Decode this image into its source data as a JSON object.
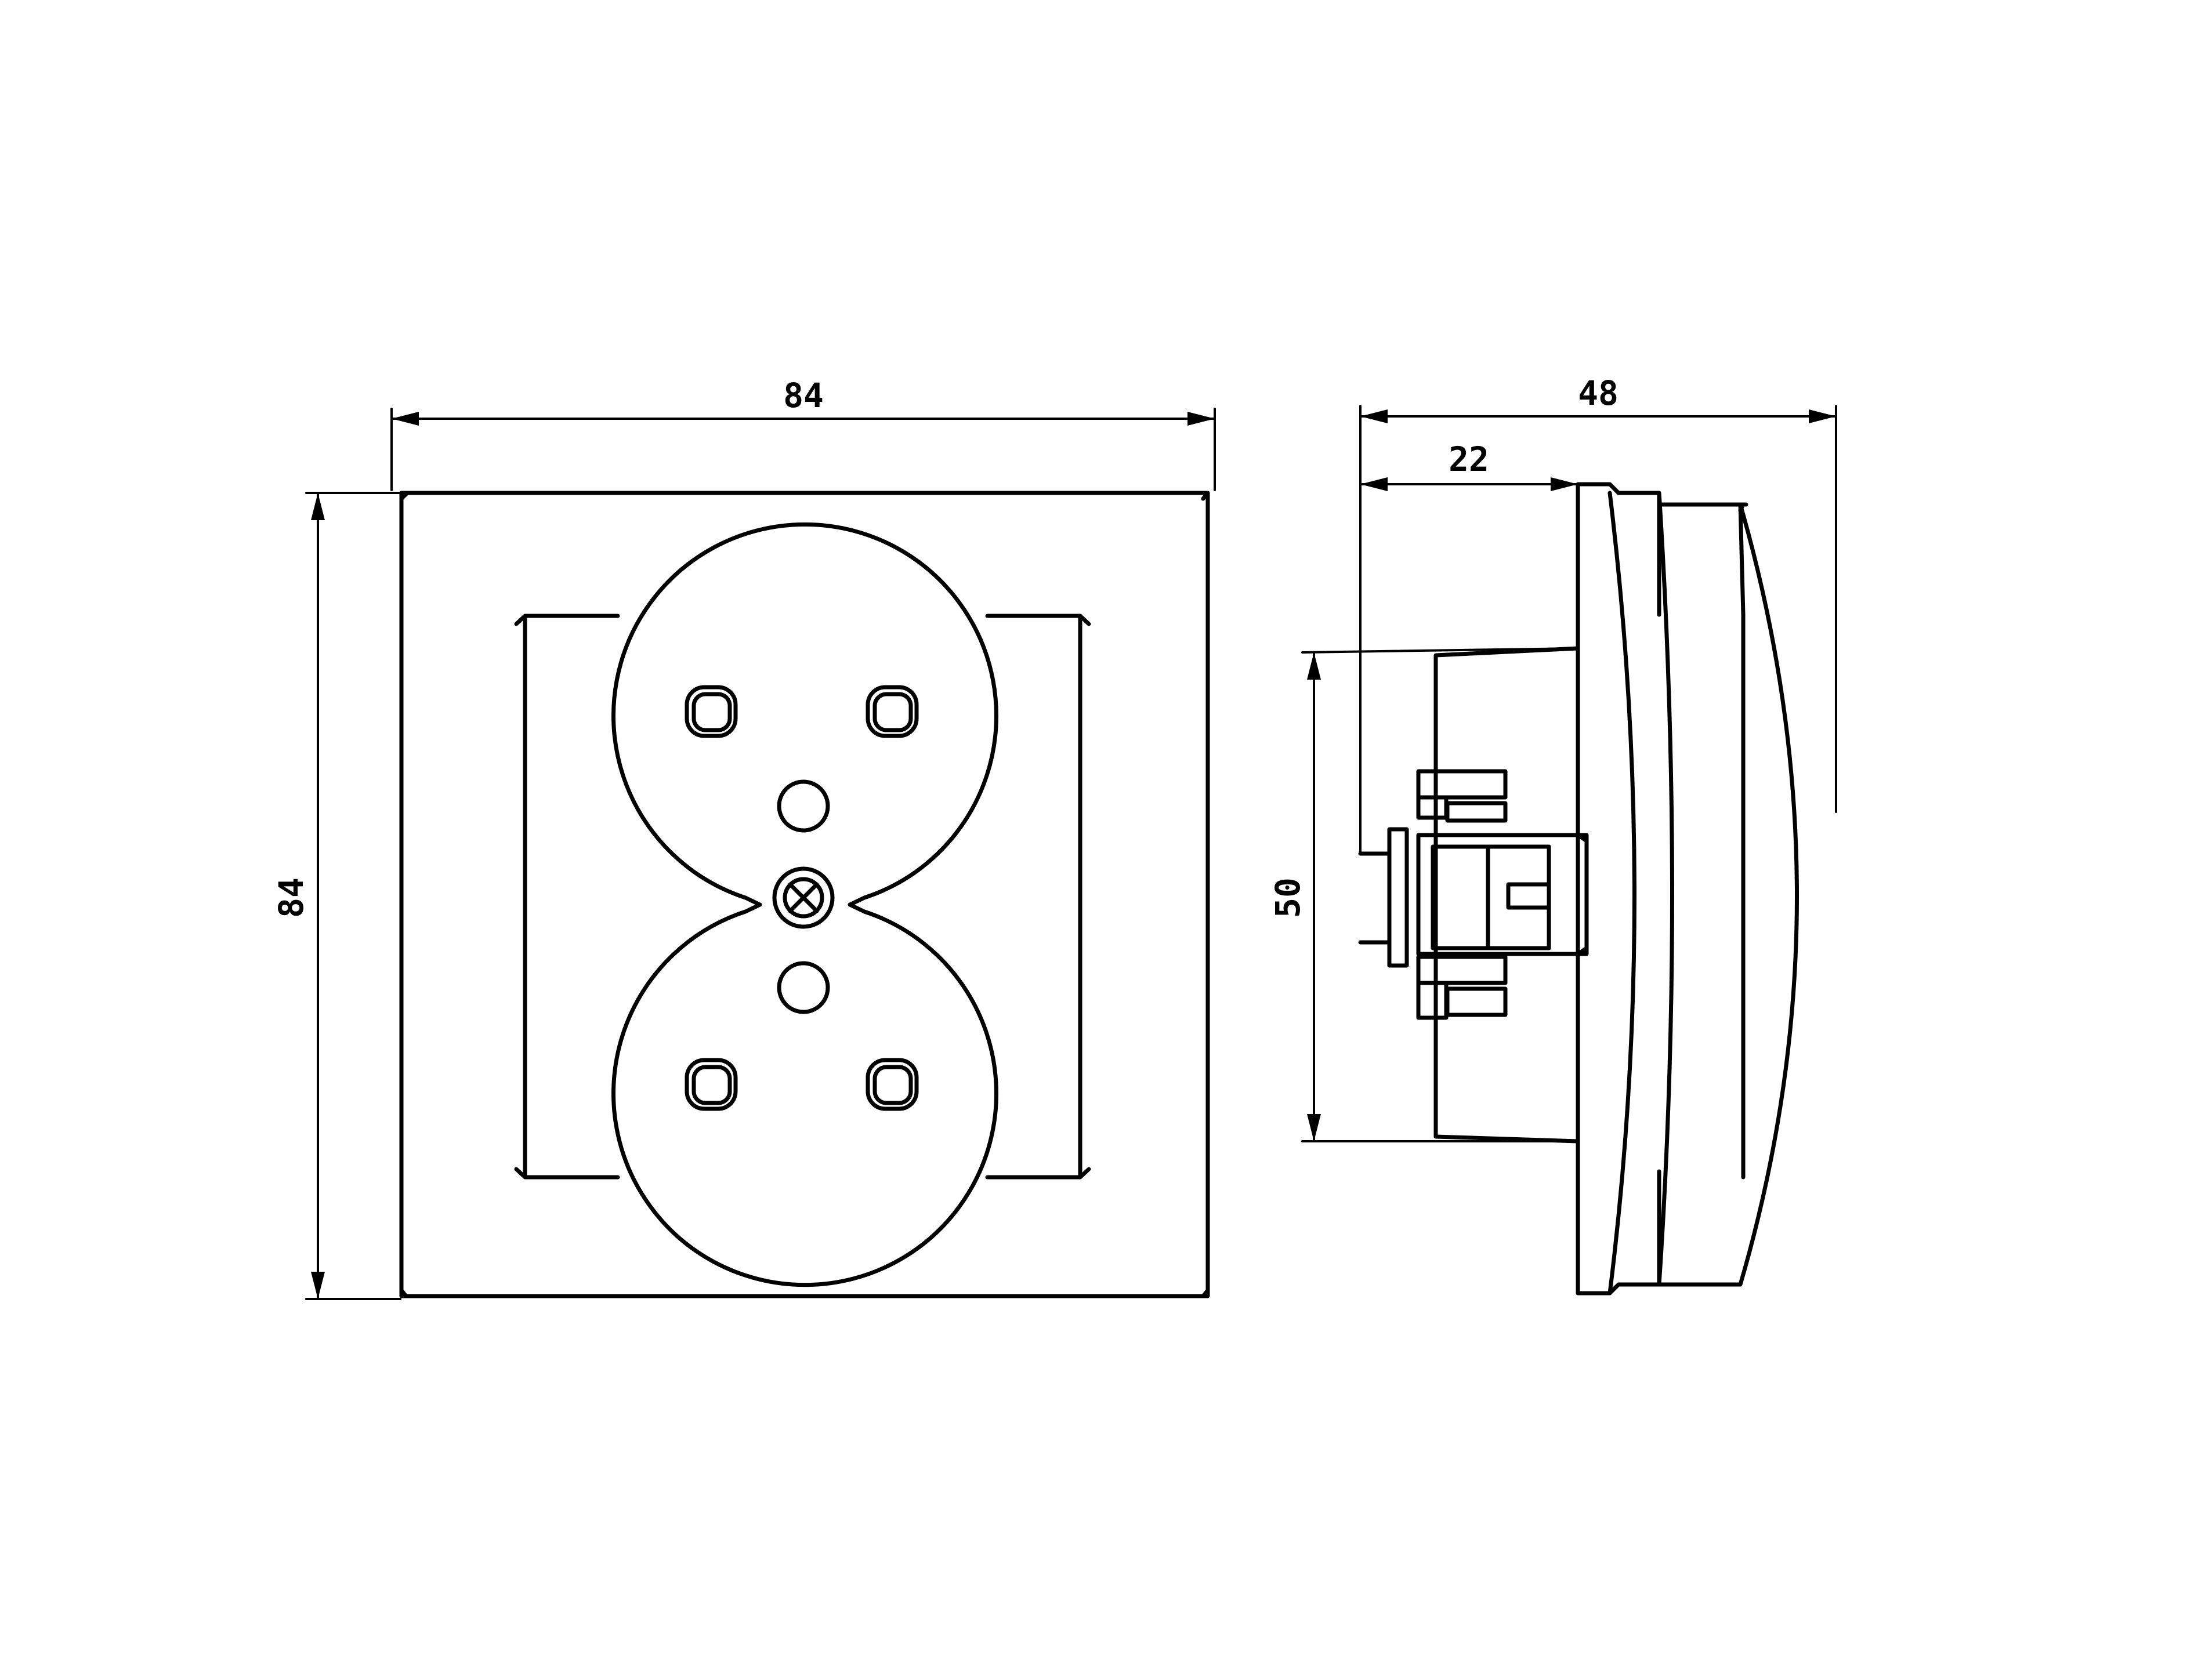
{
  "front_view": {
    "width_label": "84",
    "height_label": "84"
  },
  "side_view": {
    "depth_label": "48",
    "mount_depth_label": "22",
    "mount_height_label": "50"
  },
  "colors": {
    "line": "#000000",
    "background": "#ffffff"
  }
}
